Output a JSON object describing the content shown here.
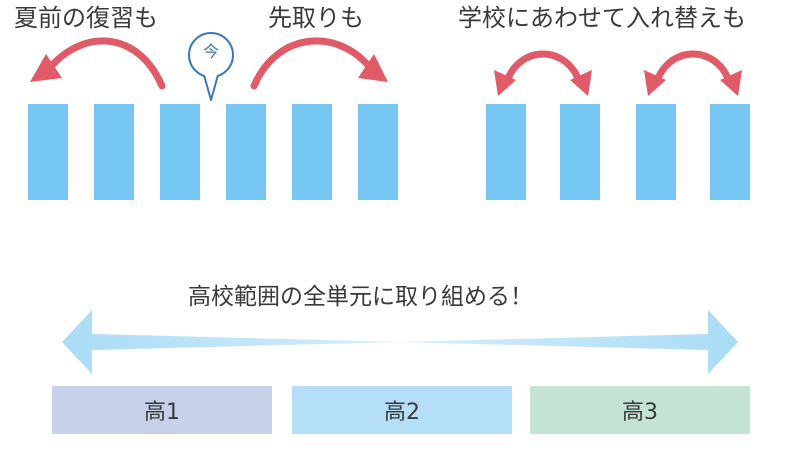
{
  "top_left": {
    "review_label": "夏前の復習も",
    "preview_label": "先取りも",
    "now_bubble": "今"
  },
  "top_right": {
    "swap_label": "学校にあわせて入れ替えも"
  },
  "bottom": {
    "headline": "高校範囲の全単元に取り組める！",
    "grades": [
      "高1",
      "高2",
      "高3"
    ]
  },
  "colors": {
    "bar": "#75c6f3",
    "arrow_red": "#e05a68",
    "wide_arrow": "#a9dcf6",
    "grade1": "#c7d1ea",
    "grade2": "#b5dff8",
    "grade3": "#c3e3d4",
    "bubble_border": "#3a78b8"
  }
}
